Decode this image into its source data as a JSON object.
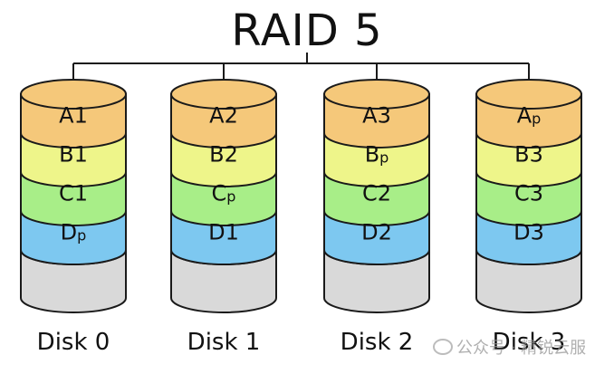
{
  "title": "RAID 5",
  "colors": {
    "row_a": "#f5c87a",
    "row_b": "#eef58a",
    "row_c": "#a8ee88",
    "row_d": "#7dc8f0",
    "empty": "#d9d9d9",
    "stroke": "#1a1a1a"
  },
  "disks": [
    {
      "label": "Disk 0",
      "blocks": [
        {
          "main": "A",
          "sub": "1",
          "parity": false
        },
        {
          "main": "B",
          "sub": "1",
          "parity": false
        },
        {
          "main": "C",
          "sub": "1",
          "parity": false
        },
        {
          "main": "D",
          "sub": "p",
          "parity": true
        }
      ]
    },
    {
      "label": "Disk 1",
      "blocks": [
        {
          "main": "A",
          "sub": "2",
          "parity": false
        },
        {
          "main": "B",
          "sub": "2",
          "parity": false
        },
        {
          "main": "C",
          "sub": "p",
          "parity": true
        },
        {
          "main": "D",
          "sub": "1",
          "parity": false
        }
      ]
    },
    {
      "label": "Disk 2",
      "blocks": [
        {
          "main": "A",
          "sub": "3",
          "parity": false
        },
        {
          "main": "B",
          "sub": "p",
          "parity": true
        },
        {
          "main": "C",
          "sub": "2",
          "parity": false
        },
        {
          "main": "D",
          "sub": "2",
          "parity": false
        }
      ]
    },
    {
      "label": "Disk 3",
      "blocks": [
        {
          "main": "A",
          "sub": "p",
          "parity": true
        },
        {
          "main": "B",
          "sub": "3",
          "parity": false
        },
        {
          "main": "C",
          "sub": "3",
          "parity": false
        },
        {
          "main": "D",
          "sub": "3",
          "parity": false
        }
      ]
    }
  ],
  "watermark": "公众号 · 精锐云服"
}
